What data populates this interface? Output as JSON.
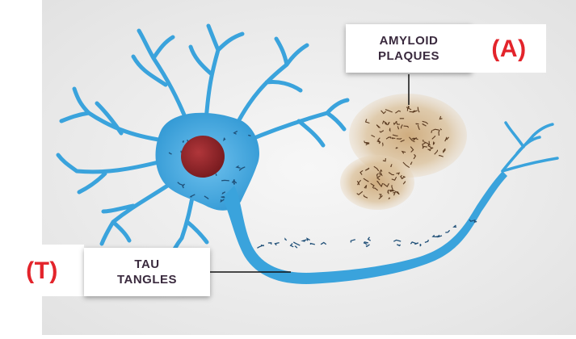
{
  "diagram": {
    "structure": "neuron",
    "colors": {
      "background": "#ececec",
      "neuron": "#3aa3dc",
      "nucleus": "#9a2a2e",
      "plaque": "#caa874",
      "label_text": "#3a2a3e",
      "tag": "#e3242b"
    },
    "labels": {
      "amyloid": {
        "line1": "AMYLOID",
        "line2": "PLAQUES",
        "tag": "(A)"
      },
      "tau": {
        "line1": "TAU",
        "line2": "TANGLES",
        "tag": "(T)"
      }
    }
  }
}
